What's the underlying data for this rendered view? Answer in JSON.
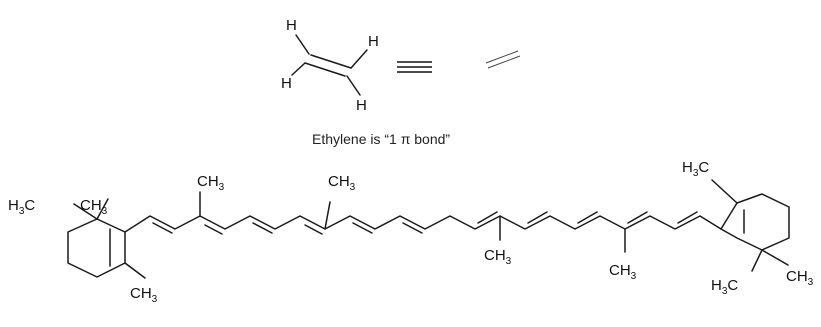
{
  "ethylene": {
    "atom_label": "H",
    "caption": "Ethylene is “1 π bond”"
  },
  "carotene": {
    "methyl_main": "CH",
    "methyl_left": "H",
    "methyl_left_tail": "C",
    "subscript": "3"
  }
}
